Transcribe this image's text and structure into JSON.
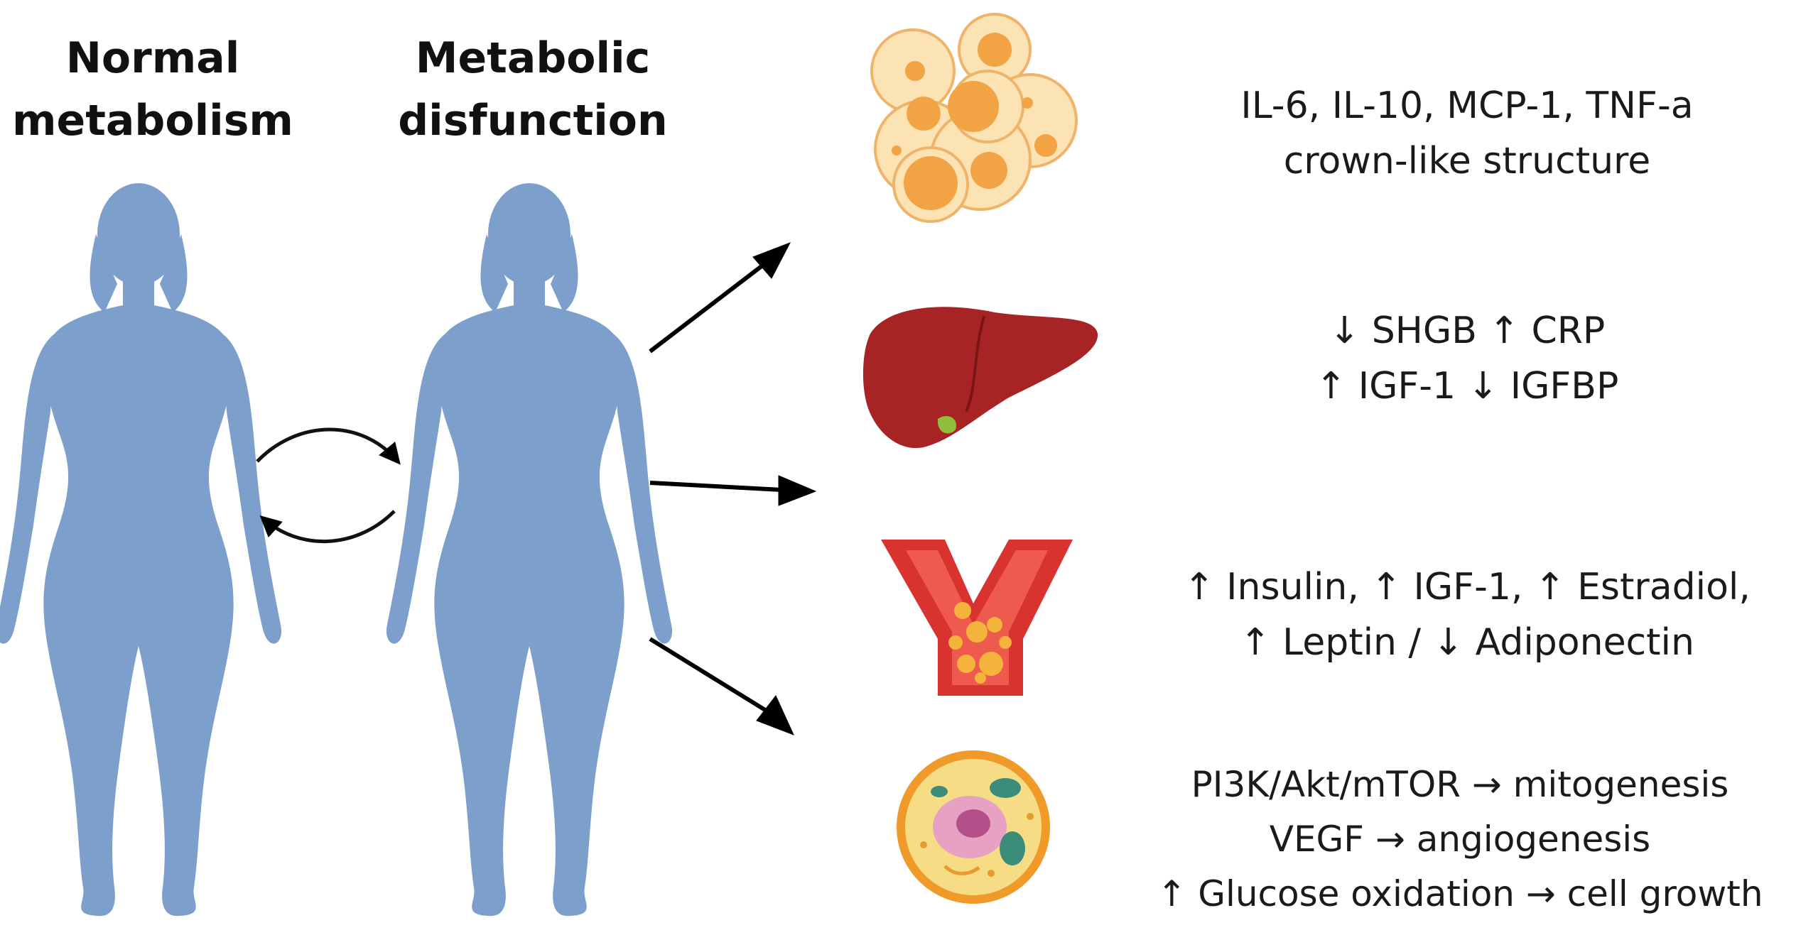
{
  "headings": {
    "normal": [
      "Normal",
      "metabolism"
    ],
    "metabolic": [
      "Metabolic",
      "disfunction"
    ]
  },
  "effects": {
    "adipose": [
      "IL-6, IL-10, MCP-1, TNF-a",
      "crown-like structure"
    ],
    "liver": [
      "↓ SHGB  ↑ CRP",
      "↑ IGF-1  ↓ IGFBP"
    ],
    "blood": [
      "↑ Insulin,  ↑ IGF-1,  ↑ Estradiol,",
      "↑ Leptin / ↓ Adiponectin"
    ],
    "cell": [
      "PI3K/Akt/mTOR → mitogenesis",
      "VEGF → angiogenesis",
      "↑ Glucose oxidation → cell growth"
    ]
  },
  "icons": {
    "body_silhouettes": "female-body-silhouette",
    "adipose": "adipose-tissue-icon",
    "liver": "liver-icon",
    "blood": "blood-vessel-icon",
    "cell": "cell-icon"
  },
  "colors": {
    "body": "#7d9fcb",
    "adipose_cell": "#fbe3b4",
    "adipose_outline": "#efb46a",
    "adipose_nucleus": "#f2a445",
    "liver": "#a82424",
    "gallbladder": "#8fbf3a",
    "vessel": "#d8332e",
    "cell_membrane": "#f09a2a",
    "cell_cytoplasm": "#f7dc86",
    "nucleus": "#e7a1c2"
  }
}
